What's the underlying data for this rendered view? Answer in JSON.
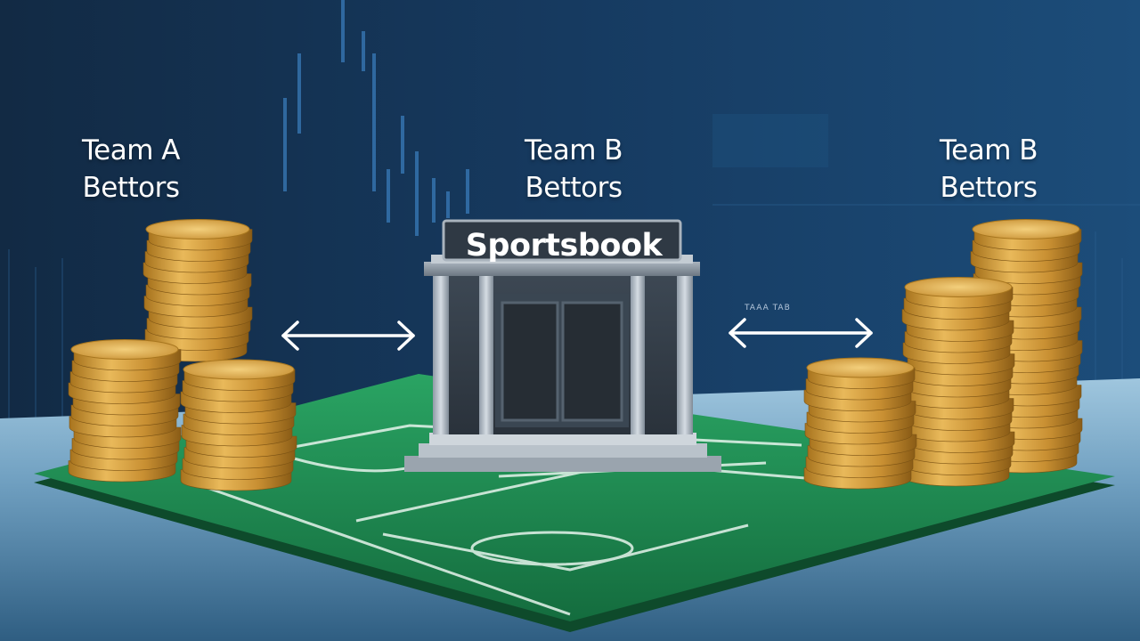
{
  "labels": {
    "left_group": {
      "line1": "Team A",
      "line2": "Bettors"
    },
    "center_group": {
      "line1": "Team B",
      "line2": "Bettors"
    },
    "right_group": {
      "line1": "Team B",
      "line2": "Bettors"
    }
  },
  "sportsbook": {
    "sign_text": "Sportsbook"
  },
  "faint_text": "TAAA TAB",
  "colors": {
    "background": "#0f2d4c",
    "field": "#1e8a53",
    "coin": "#d9a640",
    "building": "#4b5563",
    "sign": "#2f3944"
  }
}
